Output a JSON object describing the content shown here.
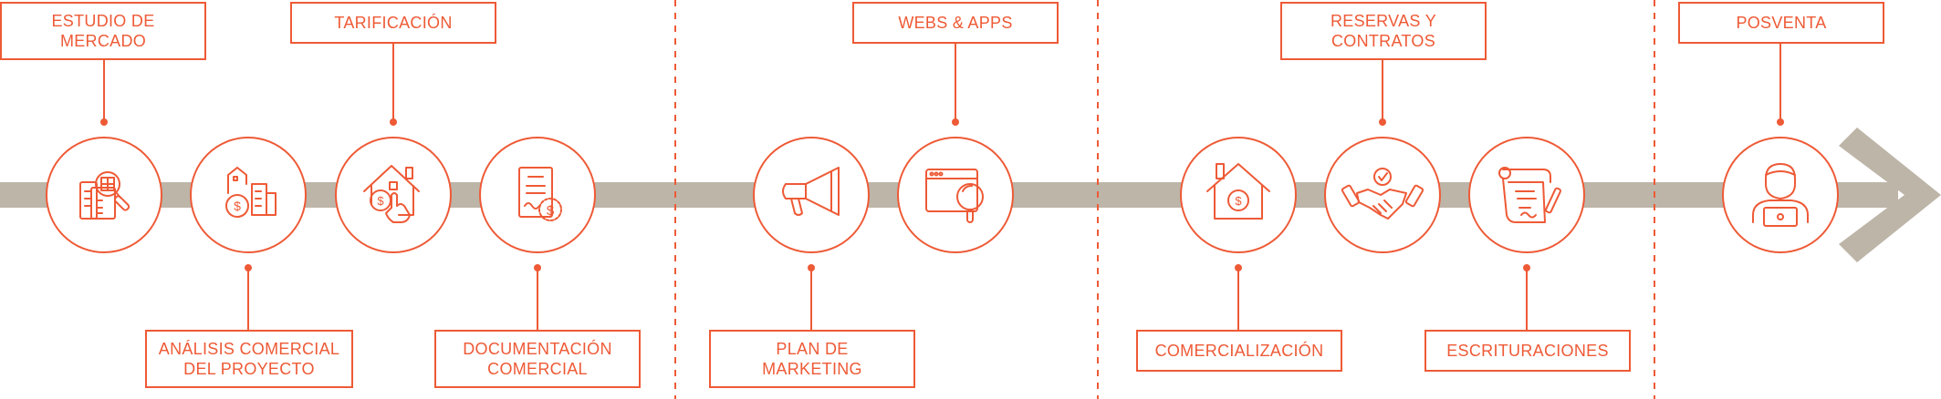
{
  "colors": {
    "accent": "#ee5a36",
    "track": "#bdb5a8",
    "background": "#ffffff"
  },
  "stages": [
    {
      "label": "ESTUDIO DE\nMERCADO",
      "icon": "market-research-icon"
    },
    {
      "label": "ANÁLISIS COMERCIAL\nDEL PROYECTO",
      "icon": "commercial-analysis-icon"
    },
    {
      "label": "TARIFICACIÓN",
      "icon": "pricing-icon"
    },
    {
      "label": "DOCUMENTACIÓN\nCOMERCIAL",
      "icon": "commercial-documents-icon"
    },
    {
      "label": "PLAN DE\nMARKETING",
      "icon": "megaphone-icon"
    },
    {
      "label": "WEBS & APPS",
      "icon": "web-apps-icon"
    },
    {
      "label": "COMERCIALIZACIÓN",
      "icon": "house-dollar-icon"
    },
    {
      "label": "RESERVAS Y\nCONTRATOS",
      "icon": "handshake-icon"
    },
    {
      "label": "ESCRITURACIONES",
      "icon": "deeds-icon"
    },
    {
      "label": "POSVENTA",
      "icon": "after-sales-icon"
    }
  ]
}
